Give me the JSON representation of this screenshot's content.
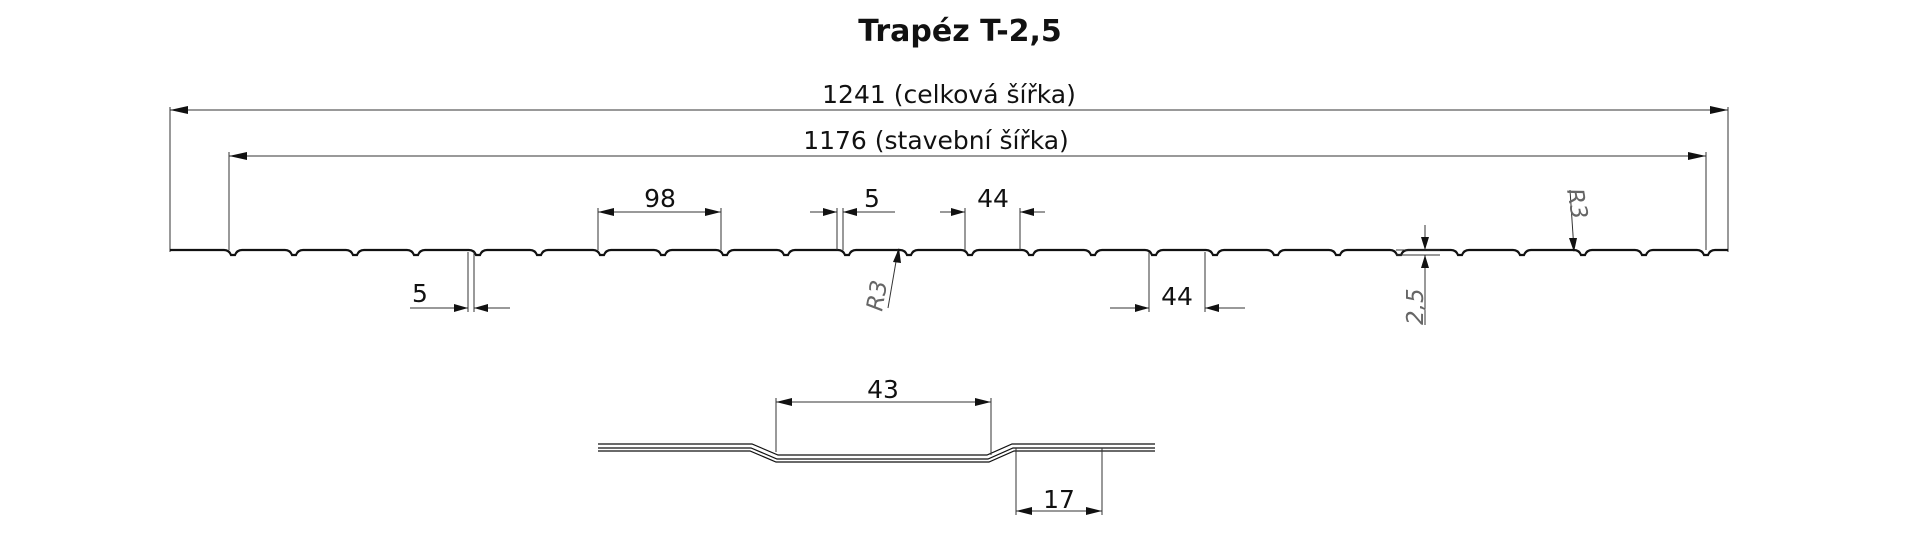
{
  "title": "Trapéz T-2,5",
  "dimensions": {
    "total_width": "1241 (celková šířka)",
    "building_width": "1176 (stavební šířka)",
    "rib_spacing": "98",
    "gap_top": "5",
    "top_44": "44",
    "left_5": "5",
    "bottom_44": "44",
    "radius_left": "R3",
    "radius_right": "R3",
    "height": "2,5",
    "detail_43": "43",
    "detail_17": "17"
  }
}
